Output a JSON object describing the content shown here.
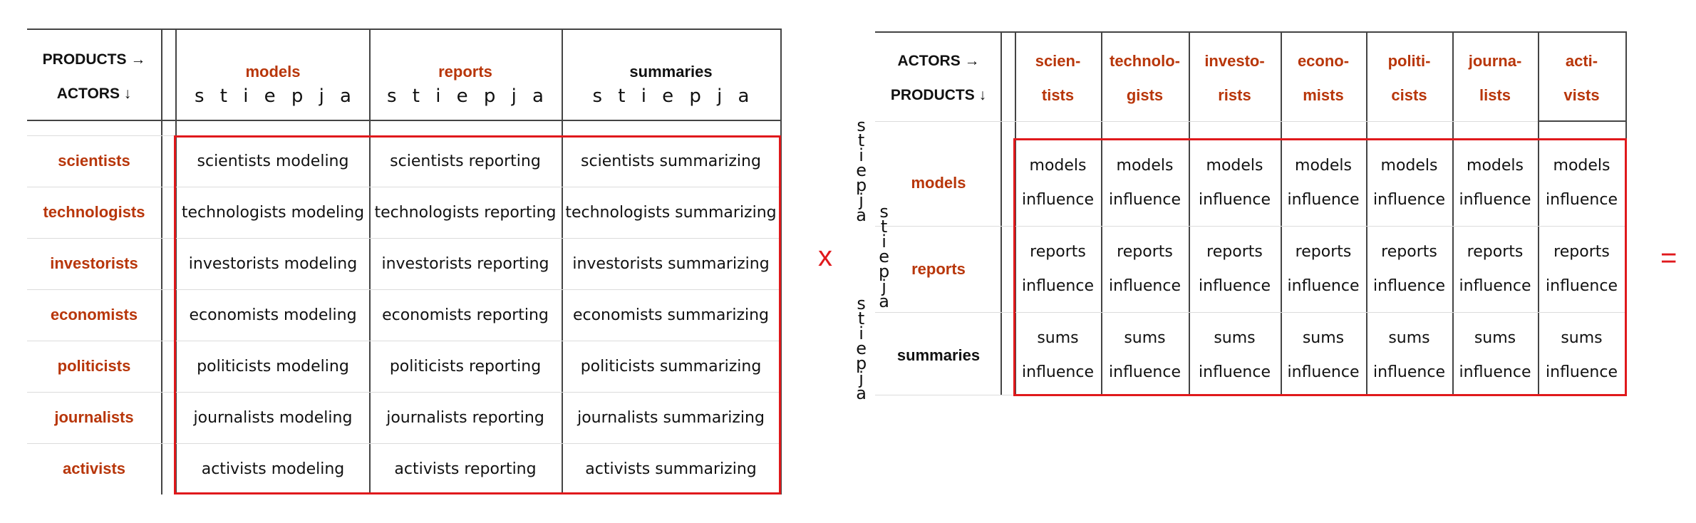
{
  "left_table": {
    "corner_top": "PRODUCTS →",
    "corner_bottom": "ACTORS ↓",
    "columns": [
      {
        "label": "models",
        "color": "#b8360a"
      },
      {
        "label": "reports",
        "color": "#b8360a"
      },
      {
        "label": "summaries",
        "color": "#111111"
      }
    ],
    "sub_letters": [
      "s",
      "t",
      "i",
      "e",
      "p",
      "j",
      "a"
    ],
    "rows": [
      {
        "actor": "scientists",
        "cells": [
          "scientists modeling",
          "scientists reporting",
          "scientists summarizing"
        ]
      },
      {
        "actor": "technologists",
        "cells": [
          "technologists modeling",
          "technologists reporting",
          "technologists summarizing"
        ]
      },
      {
        "actor": "investorists",
        "cells": [
          "investorists modeling",
          "investorists reporting",
          "investorists summarizing"
        ]
      },
      {
        "actor": "economists",
        "cells": [
          "economists modeling",
          "economists reporting",
          "economists summarizing"
        ]
      },
      {
        "actor": "politicists",
        "cells": [
          "politicists modeling",
          "politicists reporting",
          "politicists summarizing"
        ]
      },
      {
        "actor": "journalists",
        "cells": [
          "journalists modeling",
          "journalists reporting",
          "journalists summarizing"
        ]
      },
      {
        "actor": "activists",
        "cells": [
          "activists modeling",
          "activists reporting",
          "activists summarizing"
        ]
      }
    ]
  },
  "times_symbol": "x",
  "equals_symbol": "=",
  "right_table": {
    "corner_top": "ACTORS →",
    "corner_bottom": "PRODUCTS ↓",
    "columns": [
      {
        "top": "scien-",
        "bottom": "tists"
      },
      {
        "top": "technolo-",
        "bottom": "gists"
      },
      {
        "top": "investo-",
        "bottom": "rists"
      },
      {
        "top": "econo-",
        "bottom": "mists"
      },
      {
        "top": "politi-",
        "bottom": "cists"
      },
      {
        "top": "journa-",
        "bottom": "lists"
      },
      {
        "top": "acti-",
        "bottom": "vists"
      }
    ],
    "rows": [
      {
        "product": "models",
        "color": "#b8360a",
        "line1": "models",
        "line2": "influence"
      },
      {
        "product": "reports",
        "color": "#b8360a",
        "line1": "reports",
        "line2": "influence"
      },
      {
        "product": "summaries",
        "color": "#111111",
        "line1": "sums",
        "line2": "influence"
      }
    ],
    "side_letters": [
      "s",
      "t",
      "i",
      "e",
      "p",
      "j",
      "a"
    ]
  },
  "colors": {
    "accent_red": "#e0191c",
    "label_red": "#b8360a"
  }
}
